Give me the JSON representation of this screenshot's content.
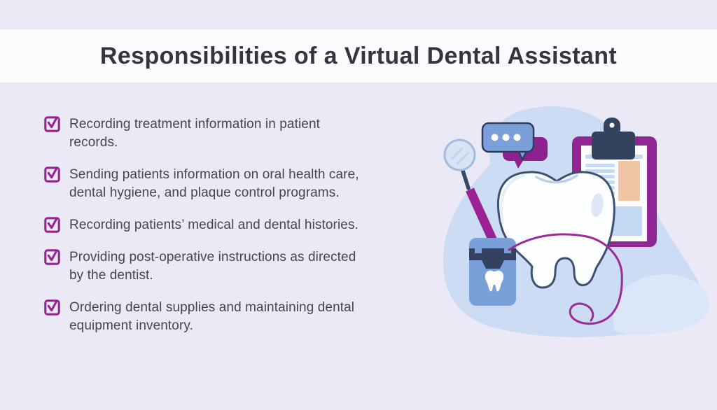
{
  "header": {
    "title": "Responsibilities of a Virtual Dental Assistant"
  },
  "checklist": {
    "items": [
      "Recording treatment information in patient\nrecords.",
      "Sending patients information on oral health care,\ndental hygiene, and plaque control programs.",
      "Recording patients’ medical and dental histories.",
      "Providing post-operative instructions as directed\nby the dentist.",
      "Ordering dental supplies and maintaining dental\nequipment inventory."
    ]
  },
  "illustration": {
    "icons": [
      "tooth-icon",
      "dental-mirror-icon",
      "chat-bubble-icon",
      "clipboard-icon",
      "dental-floss-box-icon",
      "floss-string",
      "tooth-glyph-icon"
    ]
  },
  "colors": {
    "background": "#eae9f5",
    "banner": "#fbfafd",
    "title_text": "#36353e",
    "body_text": "#45444f",
    "magenta_accent": "#92278f",
    "navy": "#32435f",
    "blue": "#7ba0d9",
    "light_blue_blob": "#cbdcf4",
    "lighter_blue_blob": "#dbe6f8",
    "paper_line_blue": "#c5d9f2",
    "peach": "#f0c6a4",
    "mirror_glass": "#d8e4f4"
  }
}
